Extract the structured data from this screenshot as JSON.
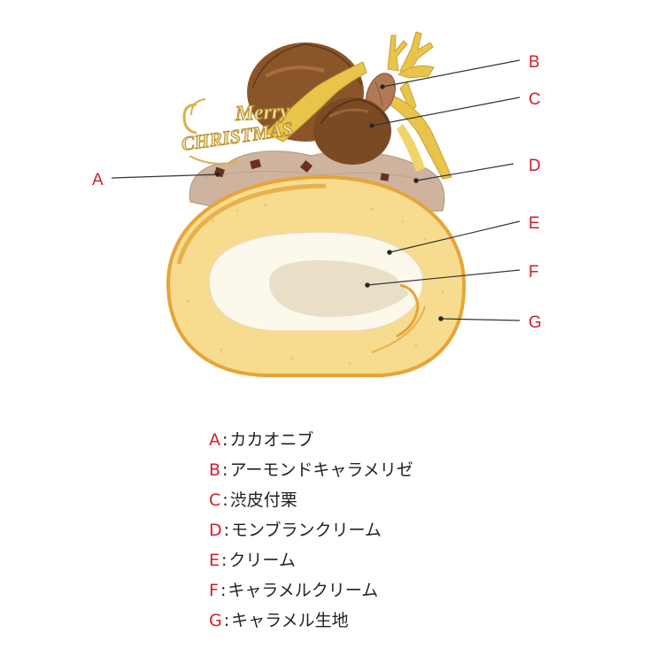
{
  "decoration": {
    "plaque_line1": "Merry",
    "plaque_line2": "CHRISTMAS"
  },
  "callouts": [
    {
      "letter": "A"
    },
    {
      "letter": "B"
    },
    {
      "letter": "C"
    },
    {
      "letter": "D"
    },
    {
      "letter": "E"
    },
    {
      "letter": "F"
    },
    {
      "letter": "G"
    }
  ],
  "legend": [
    {
      "key": "A",
      "label": "カカオニブ"
    },
    {
      "key": "B",
      "label": "アーモンドキャラメリゼ"
    },
    {
      "key": "C",
      "label": "渋皮付栗"
    },
    {
      "key": "D",
      "label": "モンブランクリーム"
    },
    {
      "key": "E",
      "label": "クリーム"
    },
    {
      "key": "F",
      "label": "キャラメルクリーム"
    },
    {
      "key": "G",
      "label": "キャラメル生地"
    }
  ],
  "legend_separator": ":",
  "colors": {
    "accent_red": "#d0202a",
    "sponge": "#f7dc8f",
    "sponge_edge": "#e7a437",
    "cream": "#fcf8ec",
    "caramel_cream": "#e8dfc6",
    "montblanc": "#ceb49e",
    "chestnut": "#7a4a25",
    "gold": "#e8c44b"
  }
}
